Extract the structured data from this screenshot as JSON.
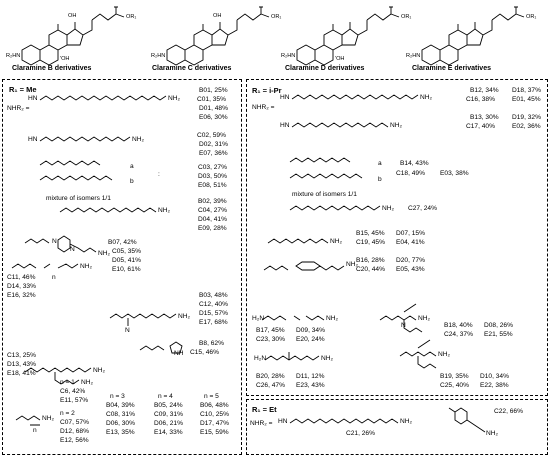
{
  "structures": [
    {
      "label": "Claramine B derivatives",
      "r2n": "R₂HN",
      "oh1": "OH",
      "oh2": "'OH",
      "h": "H",
      "or1": "OR₁"
    },
    {
      "label": "Claramine C derivatives",
      "r2n": "R₂HN",
      "oh1": "OH",
      "h": "H",
      "or1": "OR₁"
    },
    {
      "label": "Claramine D derivatives",
      "r2n": "R₂HN",
      "oh2": "'OH",
      "h": "H",
      "or1": "OR₁"
    },
    {
      "label": "Claramine E derivatives",
      "r2n": "R₂HN",
      "h": "H",
      "or1": "OR₁"
    }
  ],
  "left": {
    "r1": "R₁ = Me",
    "nhr2": "NHR₂ =",
    "rows": [
      {
        "text": "B01, 25%"
      },
      {
        "text": "C01, 35%"
      },
      {
        "text": "D01, 48%"
      },
      {
        "text": "E06, 30%"
      },
      {
        "text": "C02, 59%"
      },
      {
        "text": "D02, 31%"
      },
      {
        "text": "E07, 36%"
      },
      {
        "text": "C03, 27%"
      },
      {
        "text": "D03, 50%"
      },
      {
        "text": "E08, 51%"
      },
      {
        "text": "B02, 39%"
      },
      {
        "text": "C04, 27%"
      },
      {
        "text": "D04, 41%"
      },
      {
        "text": "E09, 28%"
      },
      {
        "text": "B07, 42%"
      },
      {
        "text": "C05, 35%"
      },
      {
        "text": "D05, 41%"
      },
      {
        "text": "E10, 61%"
      },
      {
        "text": "C11, 46%"
      },
      {
        "text": "D14, 33%"
      },
      {
        "text": "E16, 32%"
      },
      {
        "text": "B03, 48%"
      },
      {
        "text": "C12, 40%"
      },
      {
        "text": "D15, 57%"
      },
      {
        "text": "E17, 68%"
      },
      {
        "text": "B8, 62%"
      },
      {
        "text": "C15, 46%"
      },
      {
        "text": "C13, 25%"
      },
      {
        "text": "D13, 43%"
      },
      {
        "text": "E18, 41%"
      }
    ],
    "mixture": "mixture of isomers 1/1",
    "a": "a",
    "b": "b",
    "colon": ":",
    "n_groups": [
      {
        "n": "n = 1",
        "items": [
          "C6, 42%",
          "E11, 57%"
        ]
      },
      {
        "n": "n = 2",
        "items": [
          "C07, 57%",
          "D12, 68%",
          "E12, 56%"
        ]
      },
      {
        "n": "n = 3",
        "items": [
          "B04, 39%",
          "C08, 31%",
          "D06, 30%",
          "E13, 35%"
        ]
      },
      {
        "n": "n = 4",
        "items": [
          "B05, 24%",
          "C09, 31%",
          "D06, 21%",
          "E14, 33%"
        ]
      },
      {
        "n": "n = 5",
        "items": [
          "B06, 48%",
          "C10, 25%",
          "D17, 47%",
          "E15, 59%"
        ]
      }
    ]
  },
  "right": {
    "r1": "R₁ = i-Pr",
    "nhr2": "NHR₂ =",
    "rows": [
      {
        "text": "B12, 34%"
      },
      {
        "text": "D18, 37%"
      },
      {
        "text": "C16, 38%"
      },
      {
        "text": "E01, 45%"
      },
      {
        "text": "B13, 30%"
      },
      {
        "text": "D19, 32%"
      },
      {
        "text": "C17, 40%"
      },
      {
        "text": "E02, 36%"
      },
      {
        "text": "B14, 43%"
      },
      {
        "text": "C18, 49%"
      },
      {
        "text": "E03, 38%"
      },
      {
        "text": "C27, 24%"
      },
      {
        "text": "B15, 45%"
      },
      {
        "text": "D07, 15%"
      },
      {
        "text": "C19, 45%"
      },
      {
        "text": "E04, 41%"
      },
      {
        "text": "B16, 28%"
      },
      {
        "text": "D20, 77%"
      },
      {
        "text": "C20, 44%"
      },
      {
        "text": "E05, 43%"
      },
      {
        "text": "B17, 45%"
      },
      {
        "text": "D09, 34%"
      },
      {
        "text": "C23, 30%"
      },
      {
        "text": "E20, 24%"
      },
      {
        "text": "B18, 40%"
      },
      {
        "text": "D08, 26%"
      },
      {
        "text": "C24, 37%"
      },
      {
        "text": "E21, 55%"
      },
      {
        "text": "B20, 28%"
      },
      {
        "text": "D11, 12%"
      },
      {
        "text": "C26, 47%"
      },
      {
        "text": "E23, 43%"
      },
      {
        "text": "B19, 35%"
      },
      {
        "text": "D10, 34%"
      },
      {
        "text": "C25, 40%"
      },
      {
        "text": "E22, 38%"
      }
    ],
    "mixture": "mixture of isomers 1/1"
  },
  "bottom": {
    "r1": "R₁ = Et",
    "nhr2": "NHR₂ =",
    "rows": [
      {
        "text": "C21, 26%"
      },
      {
        "text": "C22, 66%"
      }
    ]
  },
  "atoms": {
    "HN": "HN",
    "NH": "NH",
    "N": "N",
    "NH2": "NH₂",
    "H2N": "H₂N",
    "H": "H",
    "n": "n"
  }
}
